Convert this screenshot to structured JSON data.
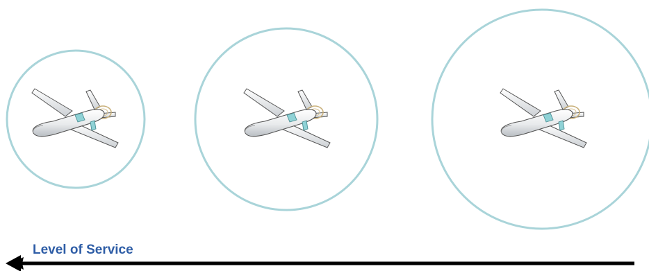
{
  "diagram": {
    "circle_color": "#a9d4d9",
    "label_color": "#2e5da6",
    "arrow_color": "#000000",
    "drone_icon": "uav-drone-icon",
    "drone_count": 3
  },
  "axis": {
    "label": "Level of Service",
    "direction": "left"
  }
}
